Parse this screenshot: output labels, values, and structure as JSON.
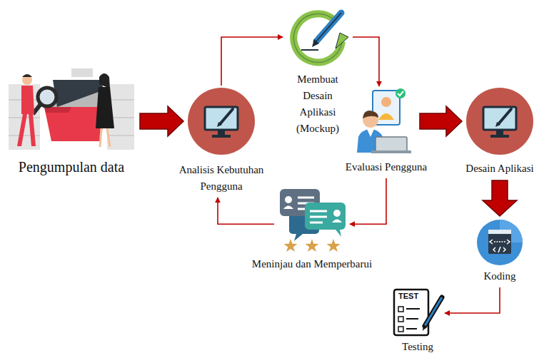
{
  "diagram": {
    "nodes": [
      {
        "text": [
          "Pengumpulan data"
        ]
      },
      {
        "text": [
          "Analisis Kebutuhan Pengguna"
        ]
      },
      {
        "text": [
          "Membuat Desain Aplikasi (Mockup)"
        ]
      },
      {
        "text": [
          "Evaluasi Pengguna"
        ]
      },
      {
        "text": [
          "Desain Aplikasi"
        ]
      },
      {
        "text": [
          "Meninjau dan Memperbarui"
        ]
      },
      {
        "text": [
          "Koding"
        ]
      },
      {
        "text": [
          "Testing"
        ]
      }
    ],
    "edges": [
      {
        "from": 0,
        "to": 1,
        "arrow": "to"
      },
      {
        "from": 1,
        "to": 2,
        "arrow": "to"
      },
      {
        "from": 2,
        "to": 3,
        "arrow": "to"
      },
      {
        "from": 3,
        "to": 5,
        "arrow": "to"
      },
      {
        "from": 5,
        "to": 1,
        "arrow": "to"
      },
      {
        "from": 3,
        "to": 4,
        "arrow": "to"
      },
      {
        "from": 4,
        "to": 6,
        "arrow": "to"
      },
      {
        "from": 6,
        "to": 7,
        "arrow": "to"
      }
    ],
    "labels": [
      "TEST"
    ]
  }
}
